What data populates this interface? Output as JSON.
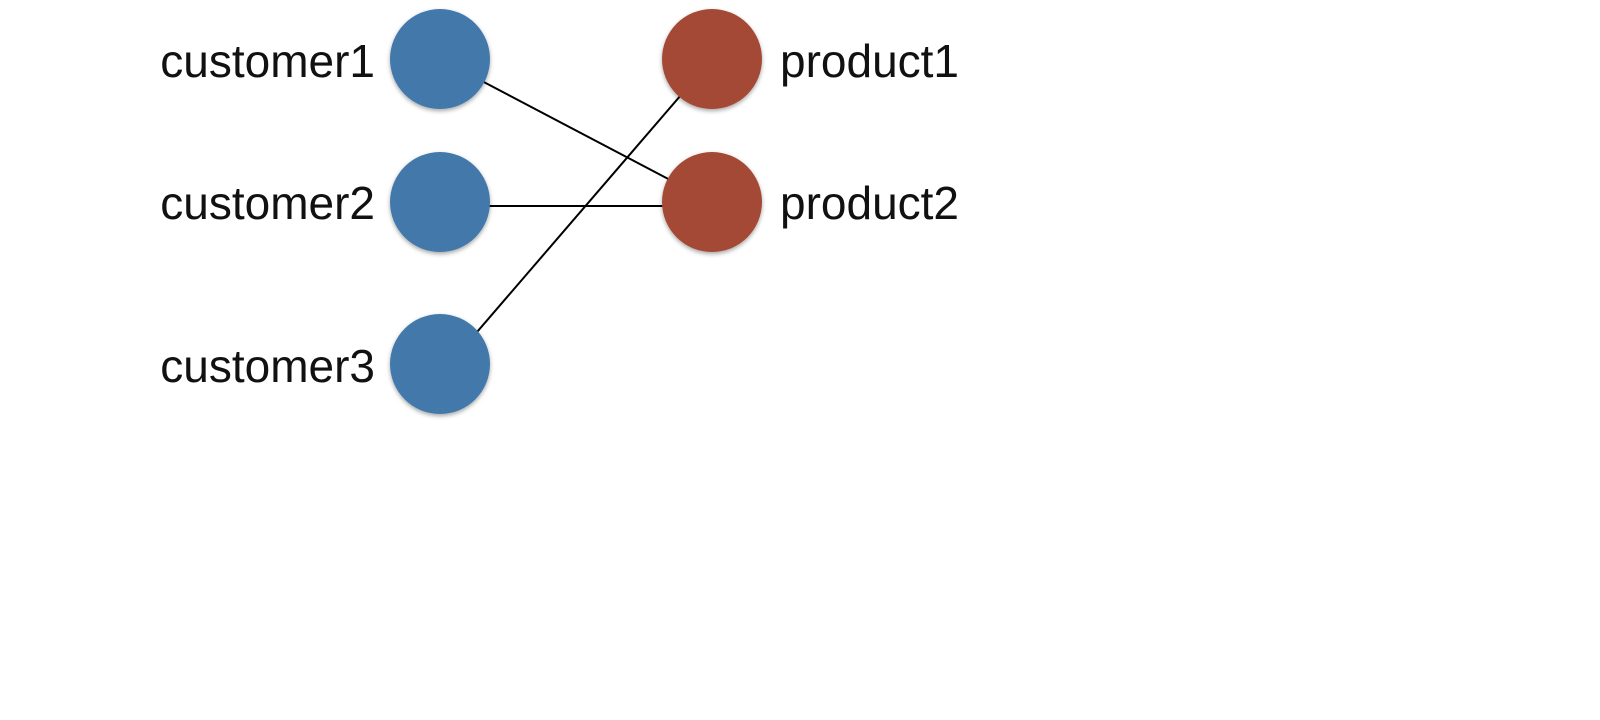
{
  "colors": {
    "customer_node": "#4279aa",
    "product_node": "#a44a36",
    "edge": "#000000",
    "label": "#111111"
  },
  "customers": [
    {
      "id": "customer1",
      "label": "customer1"
    },
    {
      "id": "customer2",
      "label": "customer2"
    },
    {
      "id": "customer3",
      "label": "customer3"
    }
  ],
  "products": [
    {
      "id": "product1",
      "label": "product1"
    },
    {
      "id": "product2",
      "label": "product2"
    }
  ],
  "edges": [
    {
      "from": "customer1",
      "to": "product2"
    },
    {
      "from": "customer2",
      "to": "product2"
    },
    {
      "from": "customer3",
      "to": "product1"
    }
  ]
}
